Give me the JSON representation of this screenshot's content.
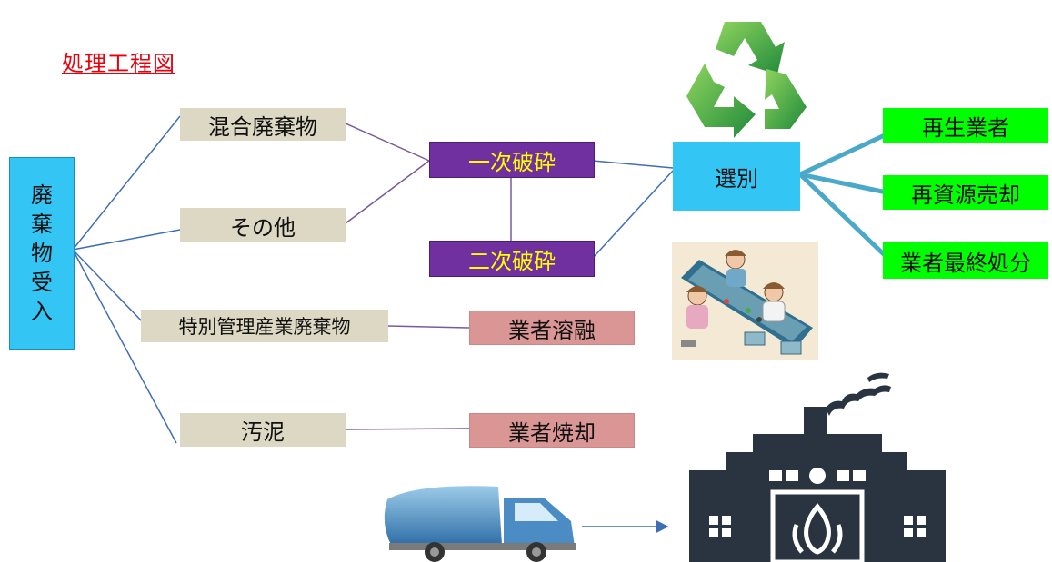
{
  "title": "処理工程図",
  "intake": {
    "chars": [
      "廃",
      "棄",
      "物",
      "受",
      "入"
    ]
  },
  "categories": {
    "mixed": "混合廃棄物",
    "other": "その他",
    "special": "特別管理産業廃棄物",
    "sludge": "汚泥"
  },
  "crushing": {
    "primary": "一次破砕",
    "secondary": "二次破砕"
  },
  "sorting": "選別",
  "outputs": {
    "recycler": "再生業者",
    "resale": "再資源売却",
    "final_disposal": "業者最終処分"
  },
  "contractors": {
    "melting": "業者溶融",
    "incineration": "業者焼却"
  },
  "icons": {
    "recycle": "recycle-symbol-icon",
    "sorting_line": "sorting-line-illustration",
    "truck": "garbage-truck-icon",
    "factory": "incineration-plant-icon"
  },
  "colors": {
    "title": "#e8000b",
    "category_box": "#ddd8c4",
    "crushing_box": "#7030a0",
    "crushing_text": "#ffff00",
    "sorting_box": "#33c6f4",
    "output_box": "#00ff00",
    "contractor_box": "#d99694",
    "line_blue": "#3f6fb3",
    "line_purple": "#7b5a9c",
    "branch_cyan": "#4aa9c8"
  }
}
